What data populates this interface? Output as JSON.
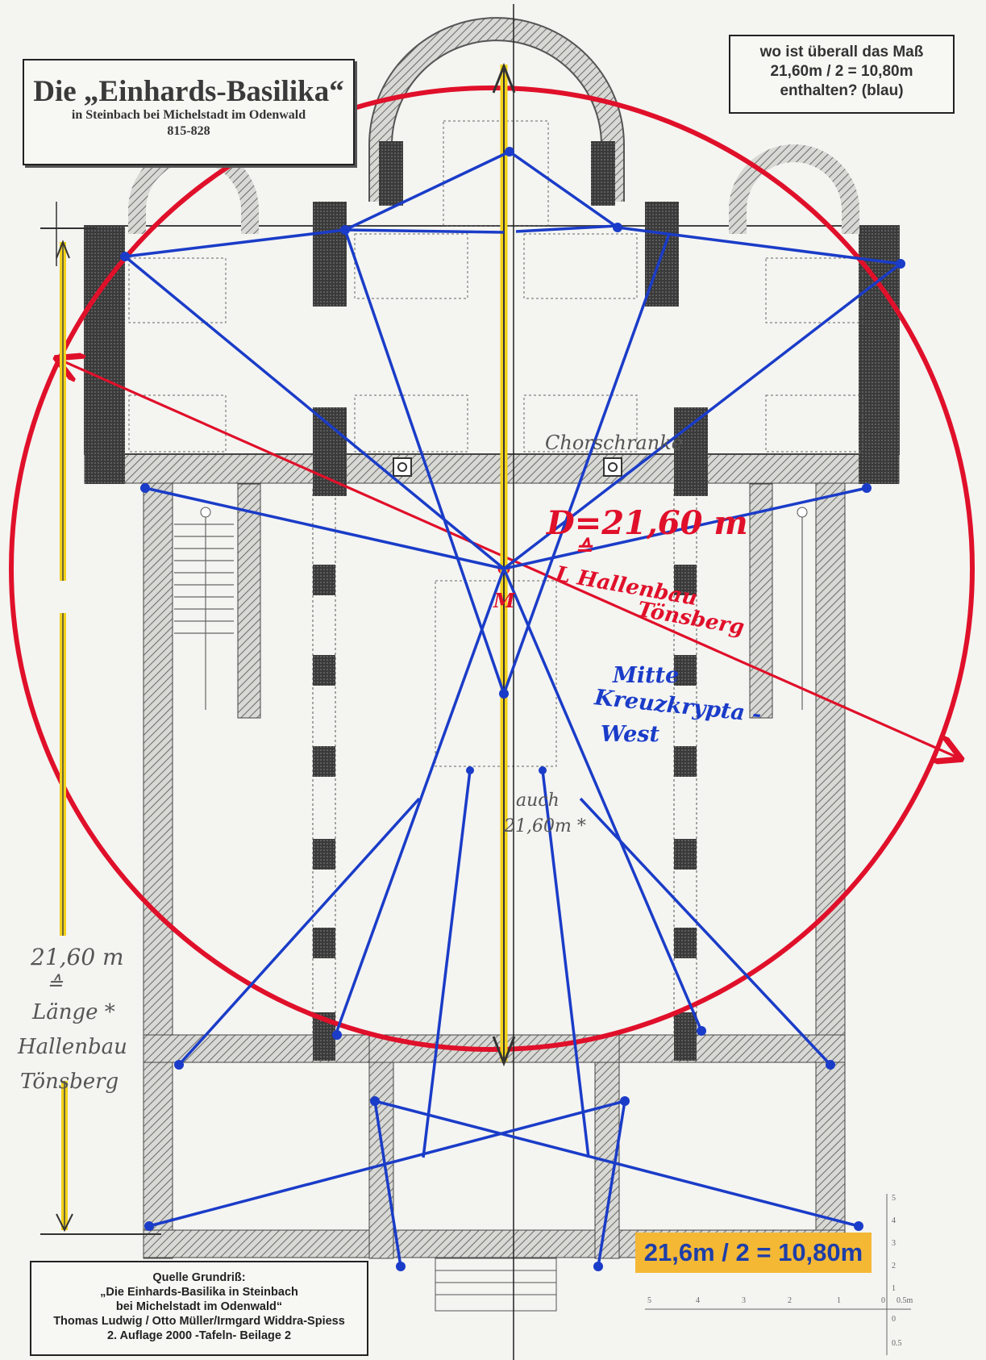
{
  "title": {
    "main": "Die „Einhards-Basilika“",
    "location": "in Steinbach bei Michelstadt im Odenwald",
    "years": "815-828"
  },
  "question": {
    "line1": "wo ist überall das Maß",
    "line2": "21,60m / 2 = 10,80m",
    "line3": "enthalten? (blau)"
  },
  "annotations": {
    "chorschranke": "Chorschranke",
    "diameter": "D=21,60 m",
    "corresponds": "≙",
    "hallenbau_l": "L Hallenbau",
    "toensberg": "Tönsberg",
    "center": "M",
    "mitte": "Mitte",
    "kreuzkrypta": "Kreuzkrypta -",
    "west": "West",
    "auch": "auch",
    "auch_value": "21,60m *",
    "left_value": "21,60 m",
    "left_corr": "≙",
    "left_laenge": "Länge *",
    "left_hallenbau": "Hallenbau",
    "left_toensberg": "Tönsberg"
  },
  "formula": "21,6m / 2 = 10,80m",
  "source": {
    "line1": "Quelle Grundriß:",
    "line2": "„Die Einhards-Basilika in Steinbach",
    "line3": "bei Michelstadt im Odenwald“",
    "line4": "Thomas Ludwig / Otto Müller/Irmgard Widdra-Spiess",
    "line5": "2. Auflage 2000 -Tafeln-  Beilage 2"
  },
  "scale": {
    "h_ticks": [
      "5",
      "4",
      "3",
      "2",
      "1",
      "0",
      "0.5m"
    ],
    "v_ticks": [
      "5",
      "4",
      "3",
      "2",
      "1",
      "0",
      "0.5"
    ]
  },
  "colors": {
    "red": "#e0102a",
    "blue": "#1a3cc8",
    "yellow": "#f2d21b",
    "wall": "#3a3a3a"
  }
}
